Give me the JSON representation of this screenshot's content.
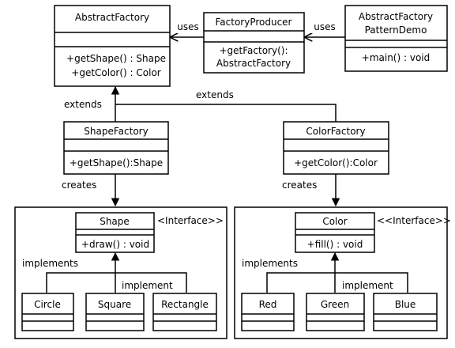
{
  "abstract_factory": {
    "name": "AbstractFactory",
    "methods": [
      "+getShape() : Shape",
      "+getColor() : Color"
    ]
  },
  "factory_producer": {
    "name": "FactoryProducer",
    "methods": [
      "+getFactory():",
      "AbstractFactory"
    ]
  },
  "demo": {
    "name_lines": [
      "AbstractFactory",
      "PatternDemo"
    ],
    "methods": [
      "+main() : void"
    ]
  },
  "shape_factory": {
    "name": "ShapeFactory",
    "methods": [
      "+getShape():Shape"
    ]
  },
  "color_factory": {
    "name": "ColorFactory",
    "methods": [
      "+getColor():Color"
    ]
  },
  "shape": {
    "name": "Shape",
    "stereotype": "<Interface>>",
    "methods": [
      "+draw() : void"
    ],
    "implementations": [
      "Circle",
      "Square",
      "Rectangle"
    ]
  },
  "color": {
    "name": "Color",
    "stereotype": "<<Interface>>",
    "methods": [
      "+fill() : void"
    ],
    "implementations": [
      "Red",
      "Green",
      "Blue"
    ]
  },
  "labels": {
    "uses_left": "uses",
    "uses_right": "uses",
    "extends_left": "extends",
    "extends_top": "extends",
    "creates_left": "creates",
    "creates_right": "creates",
    "implements_left": "implements",
    "implement_left": "implement",
    "implements_right": "implements",
    "implement_right": "implement"
  }
}
